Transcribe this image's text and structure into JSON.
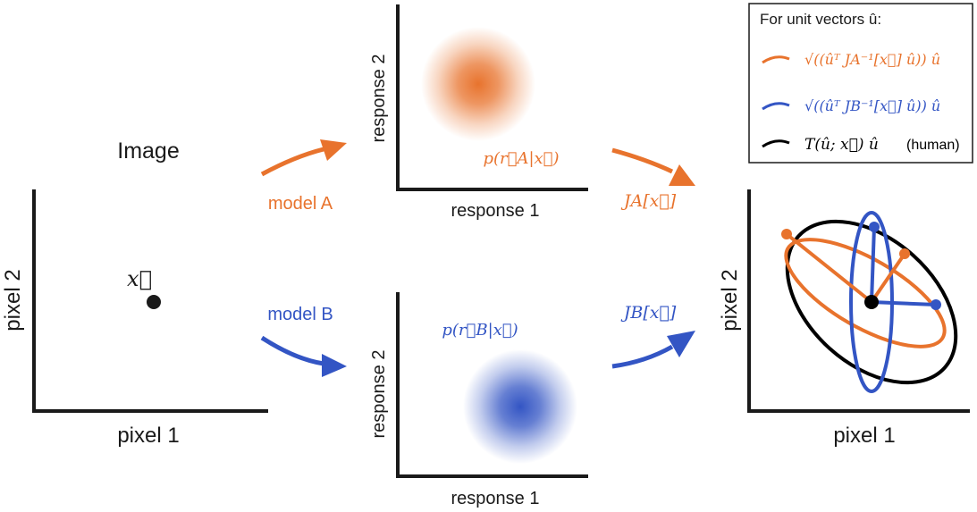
{
  "colors": {
    "model_a": "#e8732d",
    "model_b": "#3355c4",
    "human": "#000000",
    "axis": "#1a1a1a"
  },
  "image_panel": {
    "title": "Image",
    "xlabel": "pixel 1",
    "ylabel": "pixel 2",
    "point_label": "x⃗"
  },
  "model_a": {
    "label": "model A",
    "distribution_label": "p(r⃗A|x⃗)",
    "jacobian_label": "JA[x⃗]",
    "panel": {
      "xlabel": "response 1",
      "ylabel": "response 2"
    }
  },
  "model_b": {
    "label": "model B",
    "distribution_label": "p(r⃗B|x⃗)",
    "jacobian_label": "JB[x⃗]",
    "panel": {
      "xlabel": "response 1",
      "ylabel": "response 2"
    }
  },
  "result_panel": {
    "xlabel": "pixel 1",
    "ylabel": "pixel 2"
  },
  "legend": {
    "title": "For unit vectors û:",
    "entries": [
      {
        "name": "model-a",
        "text": "√((ûᵀ JA⁻¹[x⃗] û)) û"
      },
      {
        "name": "model-b",
        "text": "√((ûᵀ JB⁻¹[x⃗] û)) û"
      },
      {
        "name": "human",
        "text": "T(û; x⃗) û",
        "suffix": "(human)"
      }
    ]
  }
}
